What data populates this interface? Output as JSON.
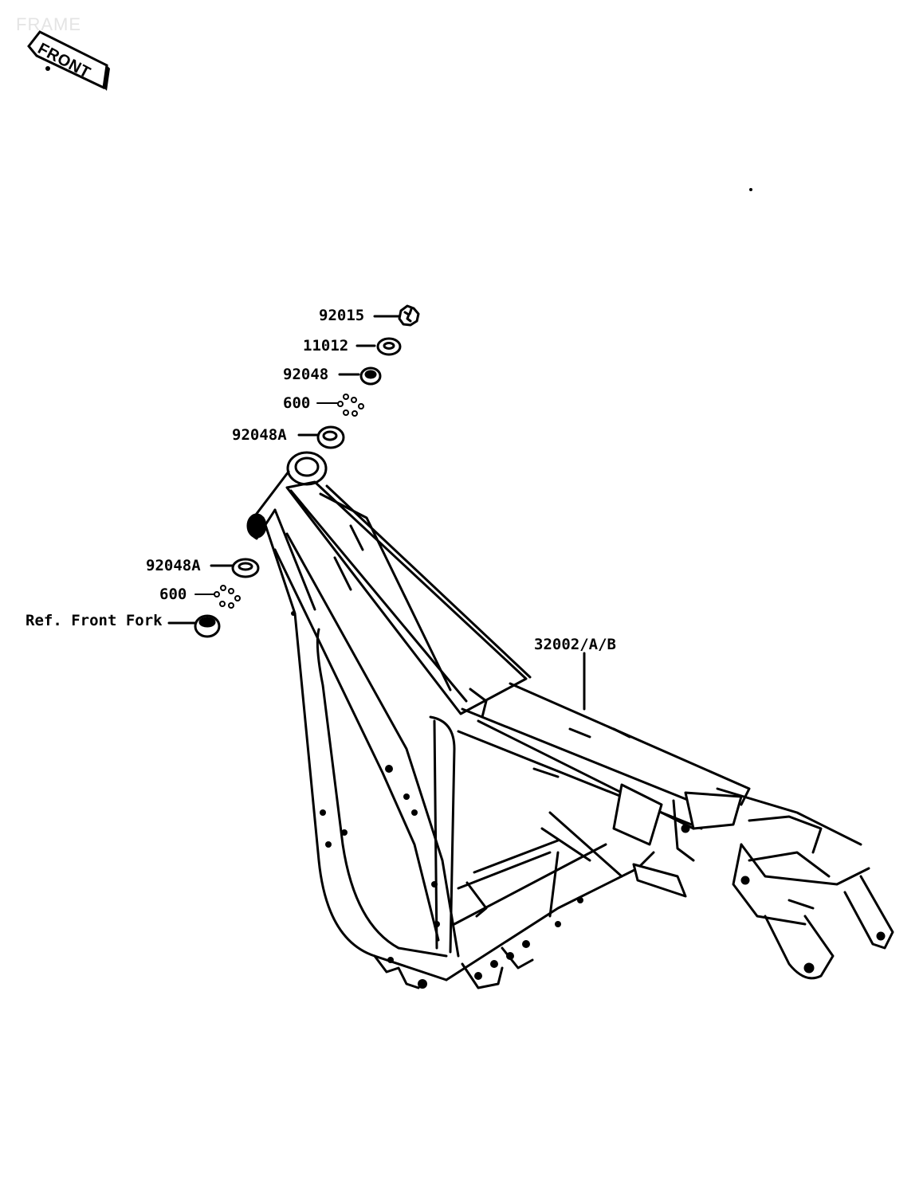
{
  "watermark": "FRAME",
  "front_badge": "FRONT",
  "callouts": {
    "p92015": "92015",
    "p11012": "11012",
    "p92048": "92048",
    "p600_upper": "600",
    "p92048A_upper": "92048A",
    "p92048A_lower": "92048A",
    "p600_lower": "600",
    "ref_front_fork": "Ref. Front Fork",
    "frame": "32002/A/B"
  }
}
